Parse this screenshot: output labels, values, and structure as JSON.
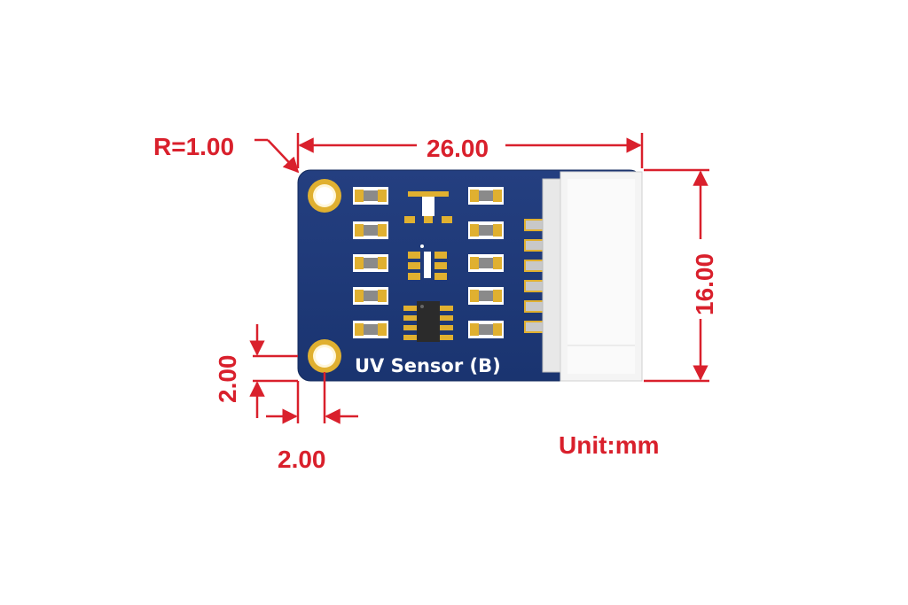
{
  "board": {
    "silkscreen_label": "UV Sensor (B)"
  },
  "dimensions": {
    "corner_radius": "R=1.00",
    "width": "26.00",
    "height": "16.00",
    "hole_offset_vertical": "2.00",
    "hole_offset_horizontal": "2.00",
    "unit": "Unit:mm"
  },
  "colors": {
    "dimension": "#d9202c",
    "board": "#1e3c78",
    "pad_gold": "#e0b030",
    "connector": "#f4f4f4"
  }
}
